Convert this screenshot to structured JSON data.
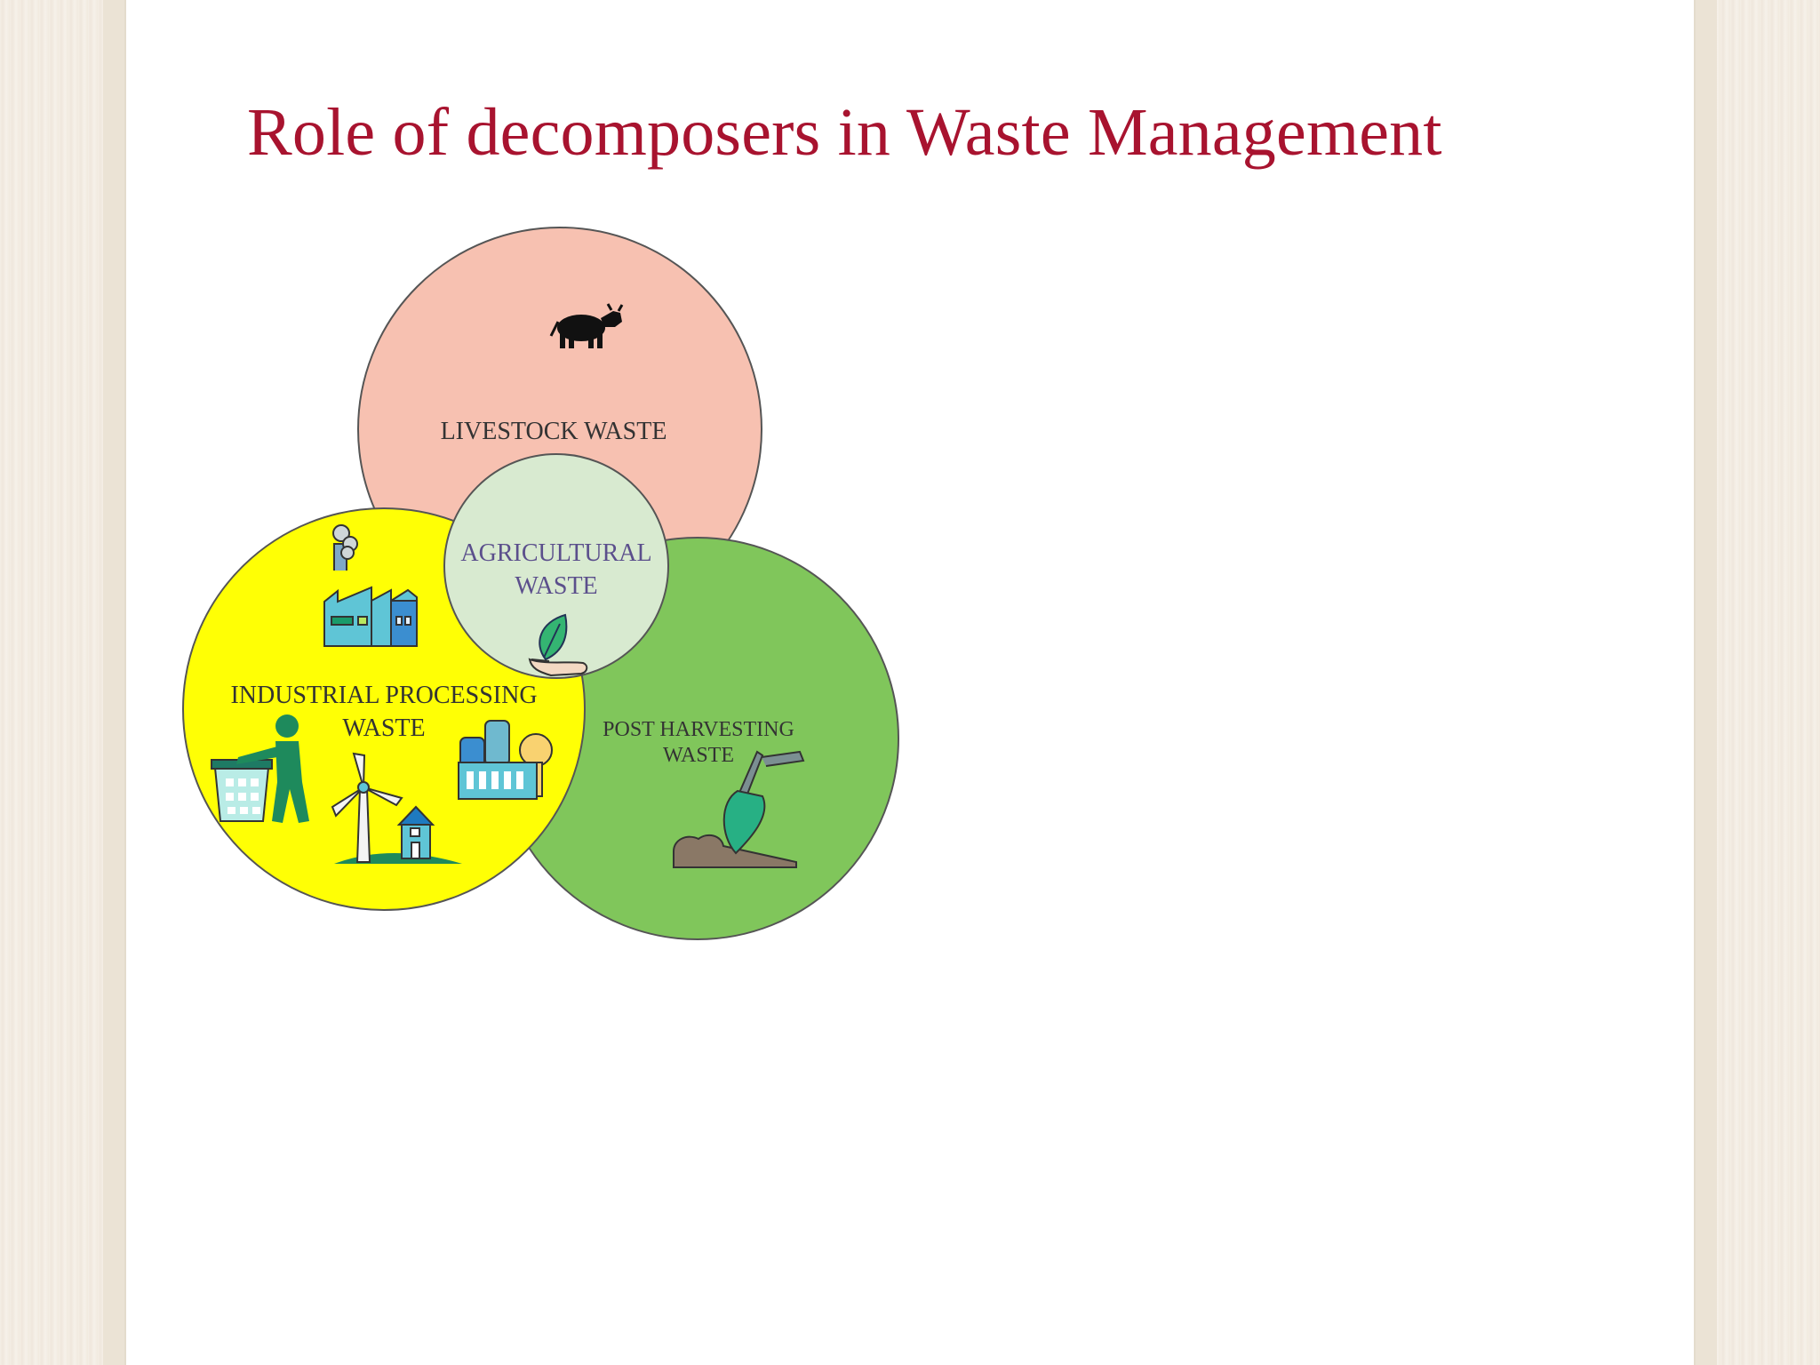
{
  "slide": {
    "title": "Role of decomposers in Waste Management"
  },
  "diagram": {
    "circles": [
      {
        "id": "livestock",
        "lines": [
          "LIVESTOCK WASTE"
        ],
        "fill": "#f7c1b1",
        "icon": "cow-icon"
      },
      {
        "id": "post-harvesting",
        "lines": [
          "POST HARVESTING",
          "WASTE"
        ],
        "fill": "#80c65b",
        "icon": "trowel-icon"
      },
      {
        "id": "industrial-processing",
        "lines": [
          "INDUSTRIAL PROCESSING",
          "WASTE"
        ],
        "fill": "#ffff05",
        "icons": [
          "factory-icon",
          "person-trash-bin-icon",
          "wind-turbine-icon",
          "house-icon",
          "silo-building-icon"
        ]
      },
      {
        "id": "agricultural",
        "lines": [
          "AGRICULTURAL",
          "WASTE"
        ],
        "fill": "#d8ead0",
        "text_color": "#5b4f8c",
        "icon": "hand-leaf-icon"
      }
    ],
    "outline_color": "#555555"
  }
}
